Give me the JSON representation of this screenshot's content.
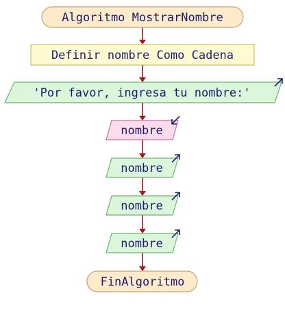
{
  "flowchart": {
    "colors": {
      "arrow": "#a01a1a",
      "text": "#1b1b6b",
      "terminal_fill": "#fdebcc",
      "terminal_stroke": "#c8a070",
      "process_fill": "#fffad2",
      "process_stroke": "#c8be64",
      "output_fill": "#dcf6dc",
      "output_stroke": "#6cb46c",
      "input_fill": "#fbdcec",
      "input_stroke": "#c870a0",
      "io_marker": "#1b1b6b"
    },
    "nodes": [
      {
        "id": "start",
        "kind": "terminal",
        "text": "Algoritmo MostrarNombre"
      },
      {
        "id": "define",
        "kind": "process",
        "text": "Definir nombre Como Cadena"
      },
      {
        "id": "prompt",
        "kind": "output",
        "text": "'Por favor, ingresa tu nombre:'"
      },
      {
        "id": "read",
        "kind": "input",
        "text": "nombre"
      },
      {
        "id": "write1",
        "kind": "output",
        "text": "nombre"
      },
      {
        "id": "write2",
        "kind": "output",
        "text": "nombre"
      },
      {
        "id": "write3",
        "kind": "output",
        "text": "nombre"
      },
      {
        "id": "end",
        "kind": "terminal",
        "text": "FinAlgoritmo"
      }
    ],
    "markers": {
      "output": "arrow-out-icon",
      "input": "arrow-in-icon"
    }
  }
}
